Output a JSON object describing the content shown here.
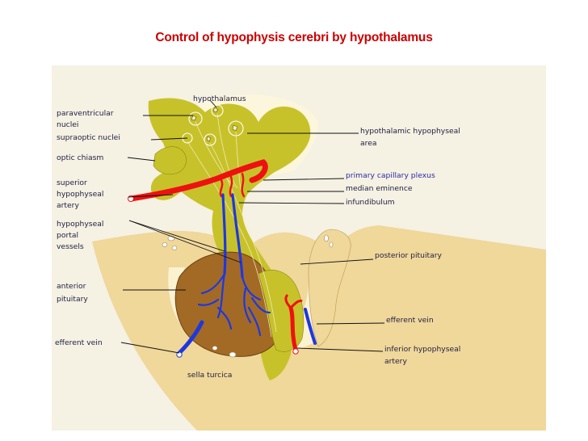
{
  "title": "Control of hypophysis cerebri by hypothalamus",
  "colors": {
    "panel_background": "#f5f1e3",
    "bone": "#f0d79a",
    "neural_tissue": "#c8c22a",
    "anterior_pituitary": "#a36a25",
    "artery": "#ee1111",
    "vein": "#1d38e0"
  },
  "labels": {
    "hypothalamus": "hypothalamus",
    "paraventricular_1": "paraventricular",
    "paraventricular_2": "nuclei",
    "supraoptic": "supraoptic nuclei",
    "optic_chiasm": "optic chiasm",
    "superior_artery_1": "superior",
    "superior_artery_2": "hypophyseal",
    "superior_artery_3": "artery",
    "portal_1": "hypophyseal",
    "portal_2": "portal",
    "portal_3": "vessels",
    "anterior_1": "anterior",
    "anterior_2": "pituitary",
    "efferent_left": "efferent vein",
    "sella": "sella turcica",
    "hh_area_1": "hypothalamic hypophyseal",
    "hh_area_2": "area",
    "primary_plexus": "primary capillary plexus",
    "median_eminence": "median eminence",
    "infundibulum": "infundibulum",
    "posterior": "posterior pituitary",
    "efferent_right": "efferent vein",
    "inferior_artery_1": "inferior hypophyseal",
    "inferior_artery_2": "artery"
  }
}
